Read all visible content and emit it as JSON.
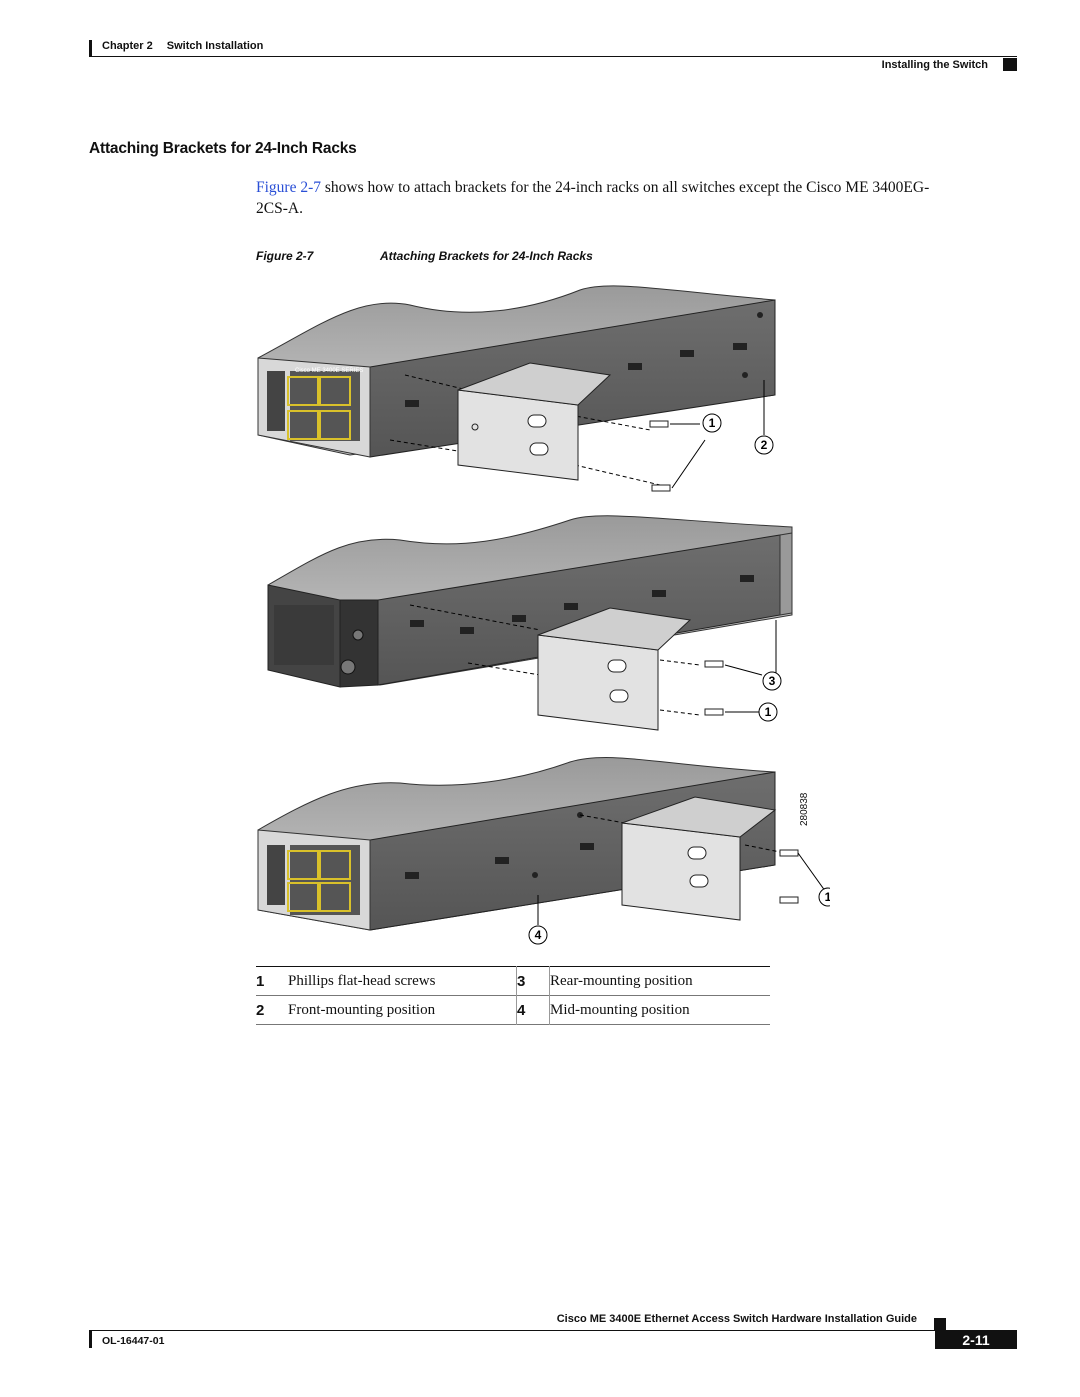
{
  "header": {
    "chapter": "Chapter 2",
    "chapter_title": "Switch Installation",
    "section": "Installing the Switch"
  },
  "section_title": "Attaching Brackets for 24-Inch Racks",
  "body": {
    "link": "Figure 2-7",
    "text": " shows how to attach brackets for the 24-inch racks on all switches except the Cisco ME 3400EG-2CS-A."
  },
  "figure": {
    "label": "Figure 2-7",
    "title": "Attaching Brackets for 24-Inch Racks",
    "id": "280838",
    "device_label": "Cisco ME 3400E SERIES",
    "callouts": [
      "1",
      "2",
      "3",
      "1",
      "1",
      "4"
    ]
  },
  "legend": [
    {
      "num": "1",
      "text": "Phillips flat-head screws",
      "num2": "3",
      "text2": "Rear-mounting position"
    },
    {
      "num": "2",
      "text": "Front-mounting position",
      "num2": "4",
      "text2": "Mid-mounting position"
    }
  ],
  "footer": {
    "guide_title": "Cisco ME 3400E Ethernet Access Switch Hardware Installation Guide",
    "doc_number": "OL-16447-01",
    "page": "2-11"
  }
}
